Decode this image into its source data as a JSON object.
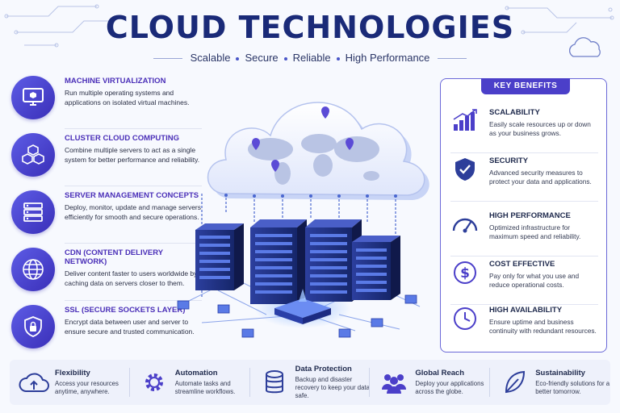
{
  "header": {
    "title": "CLOUD TECHNOLOGIES",
    "tagline": [
      "Scalable",
      "Secure",
      "Reliable",
      "High Performance"
    ]
  },
  "features": [
    {
      "icon": "monitor-cube-icon",
      "title": "MACHINE VIRTUALIZATION",
      "desc": "Run multiple operating systems and applications on isolated virtual machines."
    },
    {
      "icon": "stacked-cubes-icon",
      "title": "CLUSTER CLOUD COMPUTING",
      "desc": "Combine multiple servers to act as a single system for better performance and reliability."
    },
    {
      "icon": "server-rack-icon",
      "title": "SERVER MANAGEMENT CONCEPTS",
      "desc": "Deploy, monitor, update and manage servers efficiently for smooth and secure operations."
    },
    {
      "icon": "globe-icon",
      "title": "CDN (CONTENT DELIVERY NETWORK)",
      "desc": "Deliver content faster to users worldwide by caching data on servers closer to them."
    },
    {
      "icon": "shield-lock-icon",
      "title": "SSL (SECURE SOCKETS LAYER)",
      "desc": "Encrypt data between user and server to ensure secure and trusted communication."
    }
  ],
  "benefits": {
    "heading": "KEY BENEFITS",
    "items": [
      {
        "icon": "growth-chart-icon",
        "title": "SCALABILITY",
        "desc": "Easily scale resources up or down as your business grows."
      },
      {
        "icon": "shield-check-icon",
        "title": "SECURITY",
        "desc": "Advanced security measures to protect your data and applications."
      },
      {
        "icon": "speedometer-icon",
        "title": "HIGH PERFORMANCE",
        "desc": "Optimized infrastructure for maximum speed and reliability."
      },
      {
        "icon": "dollar-icon",
        "title": "COST EFFECTIVE",
        "desc": "Pay only for what you use and reduce operational costs."
      },
      {
        "icon": "clock-icon",
        "title": "HIGH AVAILABILITY",
        "desc": "Ensure uptime and business continuity with redundant resources."
      }
    ]
  },
  "bottom": [
    {
      "icon": "cloud-upload-icon",
      "title": "Flexibility",
      "desc": "Access your resources anytime, anywhere."
    },
    {
      "icon": "gear-icon",
      "title": "Automation",
      "desc": "Automate tasks and streamline workflows."
    },
    {
      "icon": "database-icon",
      "title": "Data Protection",
      "desc": "Backup and disaster recovery to keep your data safe."
    },
    {
      "icon": "users-icon",
      "title": "Global Reach",
      "desc": "Deploy your applications across the globe."
    },
    {
      "icon": "leaf-icon",
      "title": "Sustainability",
      "desc": "Eco-friendly solutions for a better tomorrow."
    }
  ],
  "colors": {
    "primary": "#1a2a78",
    "accent": "#4b3fc9",
    "violet": "#5d5ce6",
    "background": "#f7f9fe"
  }
}
